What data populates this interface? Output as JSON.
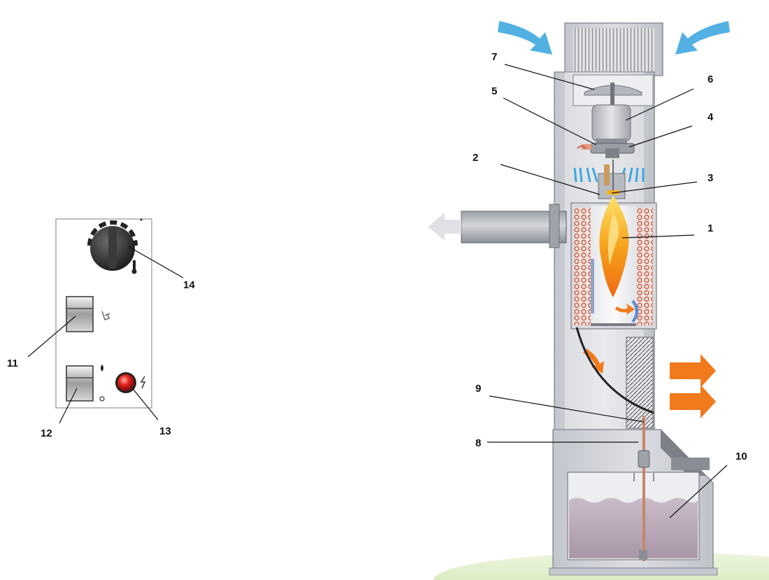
{
  "diagram": {
    "callouts": {
      "c1": "1",
      "c2": "2",
      "c3": "3",
      "c4": "4",
      "c5": "5",
      "c6": "6",
      "c7": "7",
      "c8": "8",
      "c9": "9",
      "c10": "10",
      "c11": "11",
      "c12": "12",
      "c13": "13",
      "c14": "14"
    },
    "colors": {
      "cabinet": "#cdd0d6",
      "cabinet_edge": "#8c8f96",
      "airflow_in": "#3fa7e0",
      "airflow_out": "#f07a1c",
      "flame": "#f7b21a",
      "fuel": "#b8a7b6",
      "indicator": "#e0201c"
    }
  }
}
